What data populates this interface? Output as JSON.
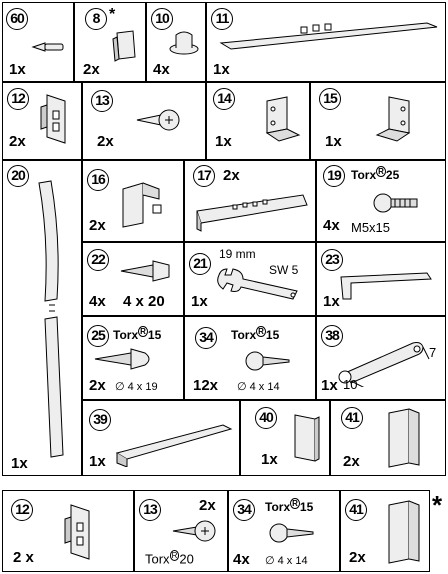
{
  "parts": {
    "p60": {
      "num": "60",
      "qty": "1x"
    },
    "p8": {
      "num": "8",
      "star": "*",
      "qty": "2x"
    },
    "p10": {
      "num": "10",
      "qty": "4x"
    },
    "p11": {
      "num": "11",
      "qty": "1x"
    },
    "p12": {
      "num": "12",
      "qty": "2x"
    },
    "p13": {
      "num": "13",
      "qty": "2x"
    },
    "p14": {
      "num": "14",
      "qty": "1x"
    },
    "p15": {
      "num": "15",
      "qty": "1x"
    },
    "p20": {
      "num": "20",
      "qty": "1x"
    },
    "p16": {
      "num": "16",
      "qty": "2x"
    },
    "p17": {
      "num": "17",
      "qty": "2x"
    },
    "p19": {
      "num": "19",
      "qty": "4x",
      "torx": "Torx",
      "torx_size": "25",
      "spec": "M5x15"
    },
    "p22": {
      "num": "22",
      "qty": "4x",
      "spec": "4 x 20"
    },
    "p21": {
      "num": "21",
      "qty": "1x",
      "mm": "19 mm",
      "sw": "SW 5"
    },
    "p23": {
      "num": "23",
      "qty": "1x"
    },
    "p25": {
      "num": "25",
      "qty": "2x",
      "torx": "Torx",
      "torx_size": "15",
      "spec": "∅ 4 x 19"
    },
    "p34": {
      "num": "34",
      "qty": "12x",
      "torx": "Torx",
      "torx_size": "15",
      "spec": "∅ 4 x 14"
    },
    "p38": {
      "num": "38",
      "qty": "1x",
      "label_a": "7",
      "label_b": "10"
    },
    "p39": {
      "num": "39",
      "qty": "1x"
    },
    "p40": {
      "num": "40",
      "qty": "1x"
    },
    "p41": {
      "num": "41",
      "qty": "2x"
    }
  },
  "footer": {
    "star": "*",
    "b12": {
      "num": "12",
      "qty": "2 x"
    },
    "b13": {
      "num": "13",
      "qty": "2x",
      "torx": "Torx",
      "torx_size": "20"
    },
    "b34": {
      "num": "34",
      "qty": "4x",
      "torx": "Torx",
      "torx_size": "15",
      "spec": "∅ 4 x 14"
    },
    "b41": {
      "num": "41",
      "qty": "2x"
    }
  },
  "icons": [
    "pin",
    "clip",
    "cap",
    "rail",
    "bracket",
    "screw",
    "wall-bracket",
    "profile",
    "torx-screw",
    "wood-screw",
    "wrench",
    "hex-key",
    "connector"
  ],
  "colors": {
    "line": "#000000",
    "part_fill": "#f3f3f3",
    "shade": "#cfcfcf"
  }
}
